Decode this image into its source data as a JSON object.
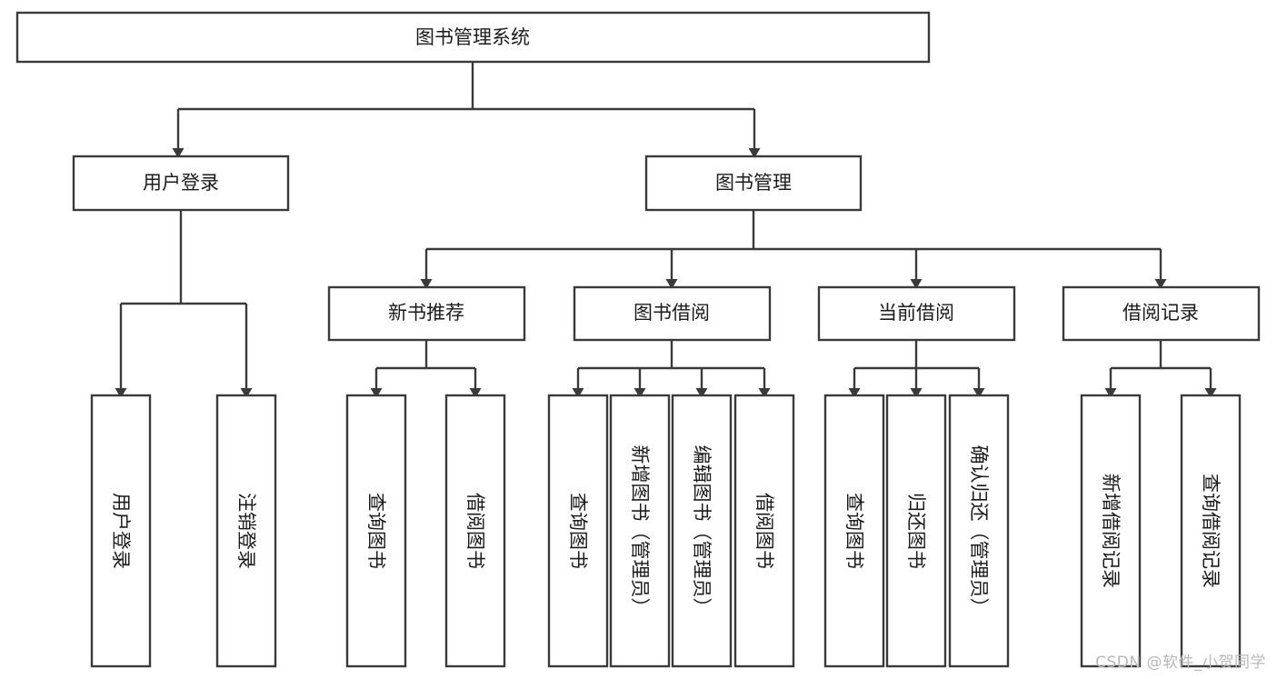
{
  "diagram": {
    "type": "tree",
    "title": "图书管理系统",
    "orientation": "top-down",
    "colors": {
      "background": "#ffffff",
      "box_fill": "#ffffff",
      "box_stroke": "#3a3a3a",
      "text": "#1b1b1b",
      "watermark": "#b9b9b9"
    },
    "root": {
      "label": "图书管理系统"
    },
    "level2": [
      {
        "id": "user-login",
        "label": "用户登录"
      },
      {
        "id": "book-manage",
        "label": "图书管理"
      }
    ],
    "level3": [
      {
        "id": "new-book-rec",
        "label": "新书推荐",
        "parent": "book-manage"
      },
      {
        "id": "book-borrow",
        "label": "图书借阅",
        "parent": "book-manage"
      },
      {
        "id": "current-borrow",
        "label": "当前借阅",
        "parent": "book-manage"
      },
      {
        "id": "borrow-record",
        "label": "借阅记录",
        "parent": "book-manage"
      }
    ],
    "leaves": {
      "user-login": [
        {
          "id": "leaf-user-login",
          "label": "用户登录"
        },
        {
          "id": "leaf-user-logout",
          "label": "注销登录"
        }
      ],
      "new-book-rec": [
        {
          "id": "leaf-query-book-1",
          "label": "查询图书"
        },
        {
          "id": "leaf-borrow-book-1",
          "label": "借阅图书"
        }
      ],
      "book-borrow": [
        {
          "id": "leaf-query-book-2",
          "label": "查询图书"
        },
        {
          "id": "leaf-add-book",
          "label": "新增图书（管理员）"
        },
        {
          "id": "leaf-edit-book",
          "label": "编辑图书（管理员）"
        },
        {
          "id": "leaf-borrow-book-2",
          "label": "借阅图书"
        }
      ],
      "current-borrow": [
        {
          "id": "leaf-query-book-3",
          "label": "查询图书"
        },
        {
          "id": "leaf-return-book",
          "label": "归还图书"
        },
        {
          "id": "leaf-confirm-return",
          "label": "确认归还（管理员）"
        }
      ],
      "borrow-record": [
        {
          "id": "leaf-add-record",
          "label": "新增借阅记录"
        },
        {
          "id": "leaf-query-record",
          "label": "查询借阅记录"
        }
      ]
    }
  },
  "watermark": {
    "text": "CSDN @软件_小贺同学"
  }
}
